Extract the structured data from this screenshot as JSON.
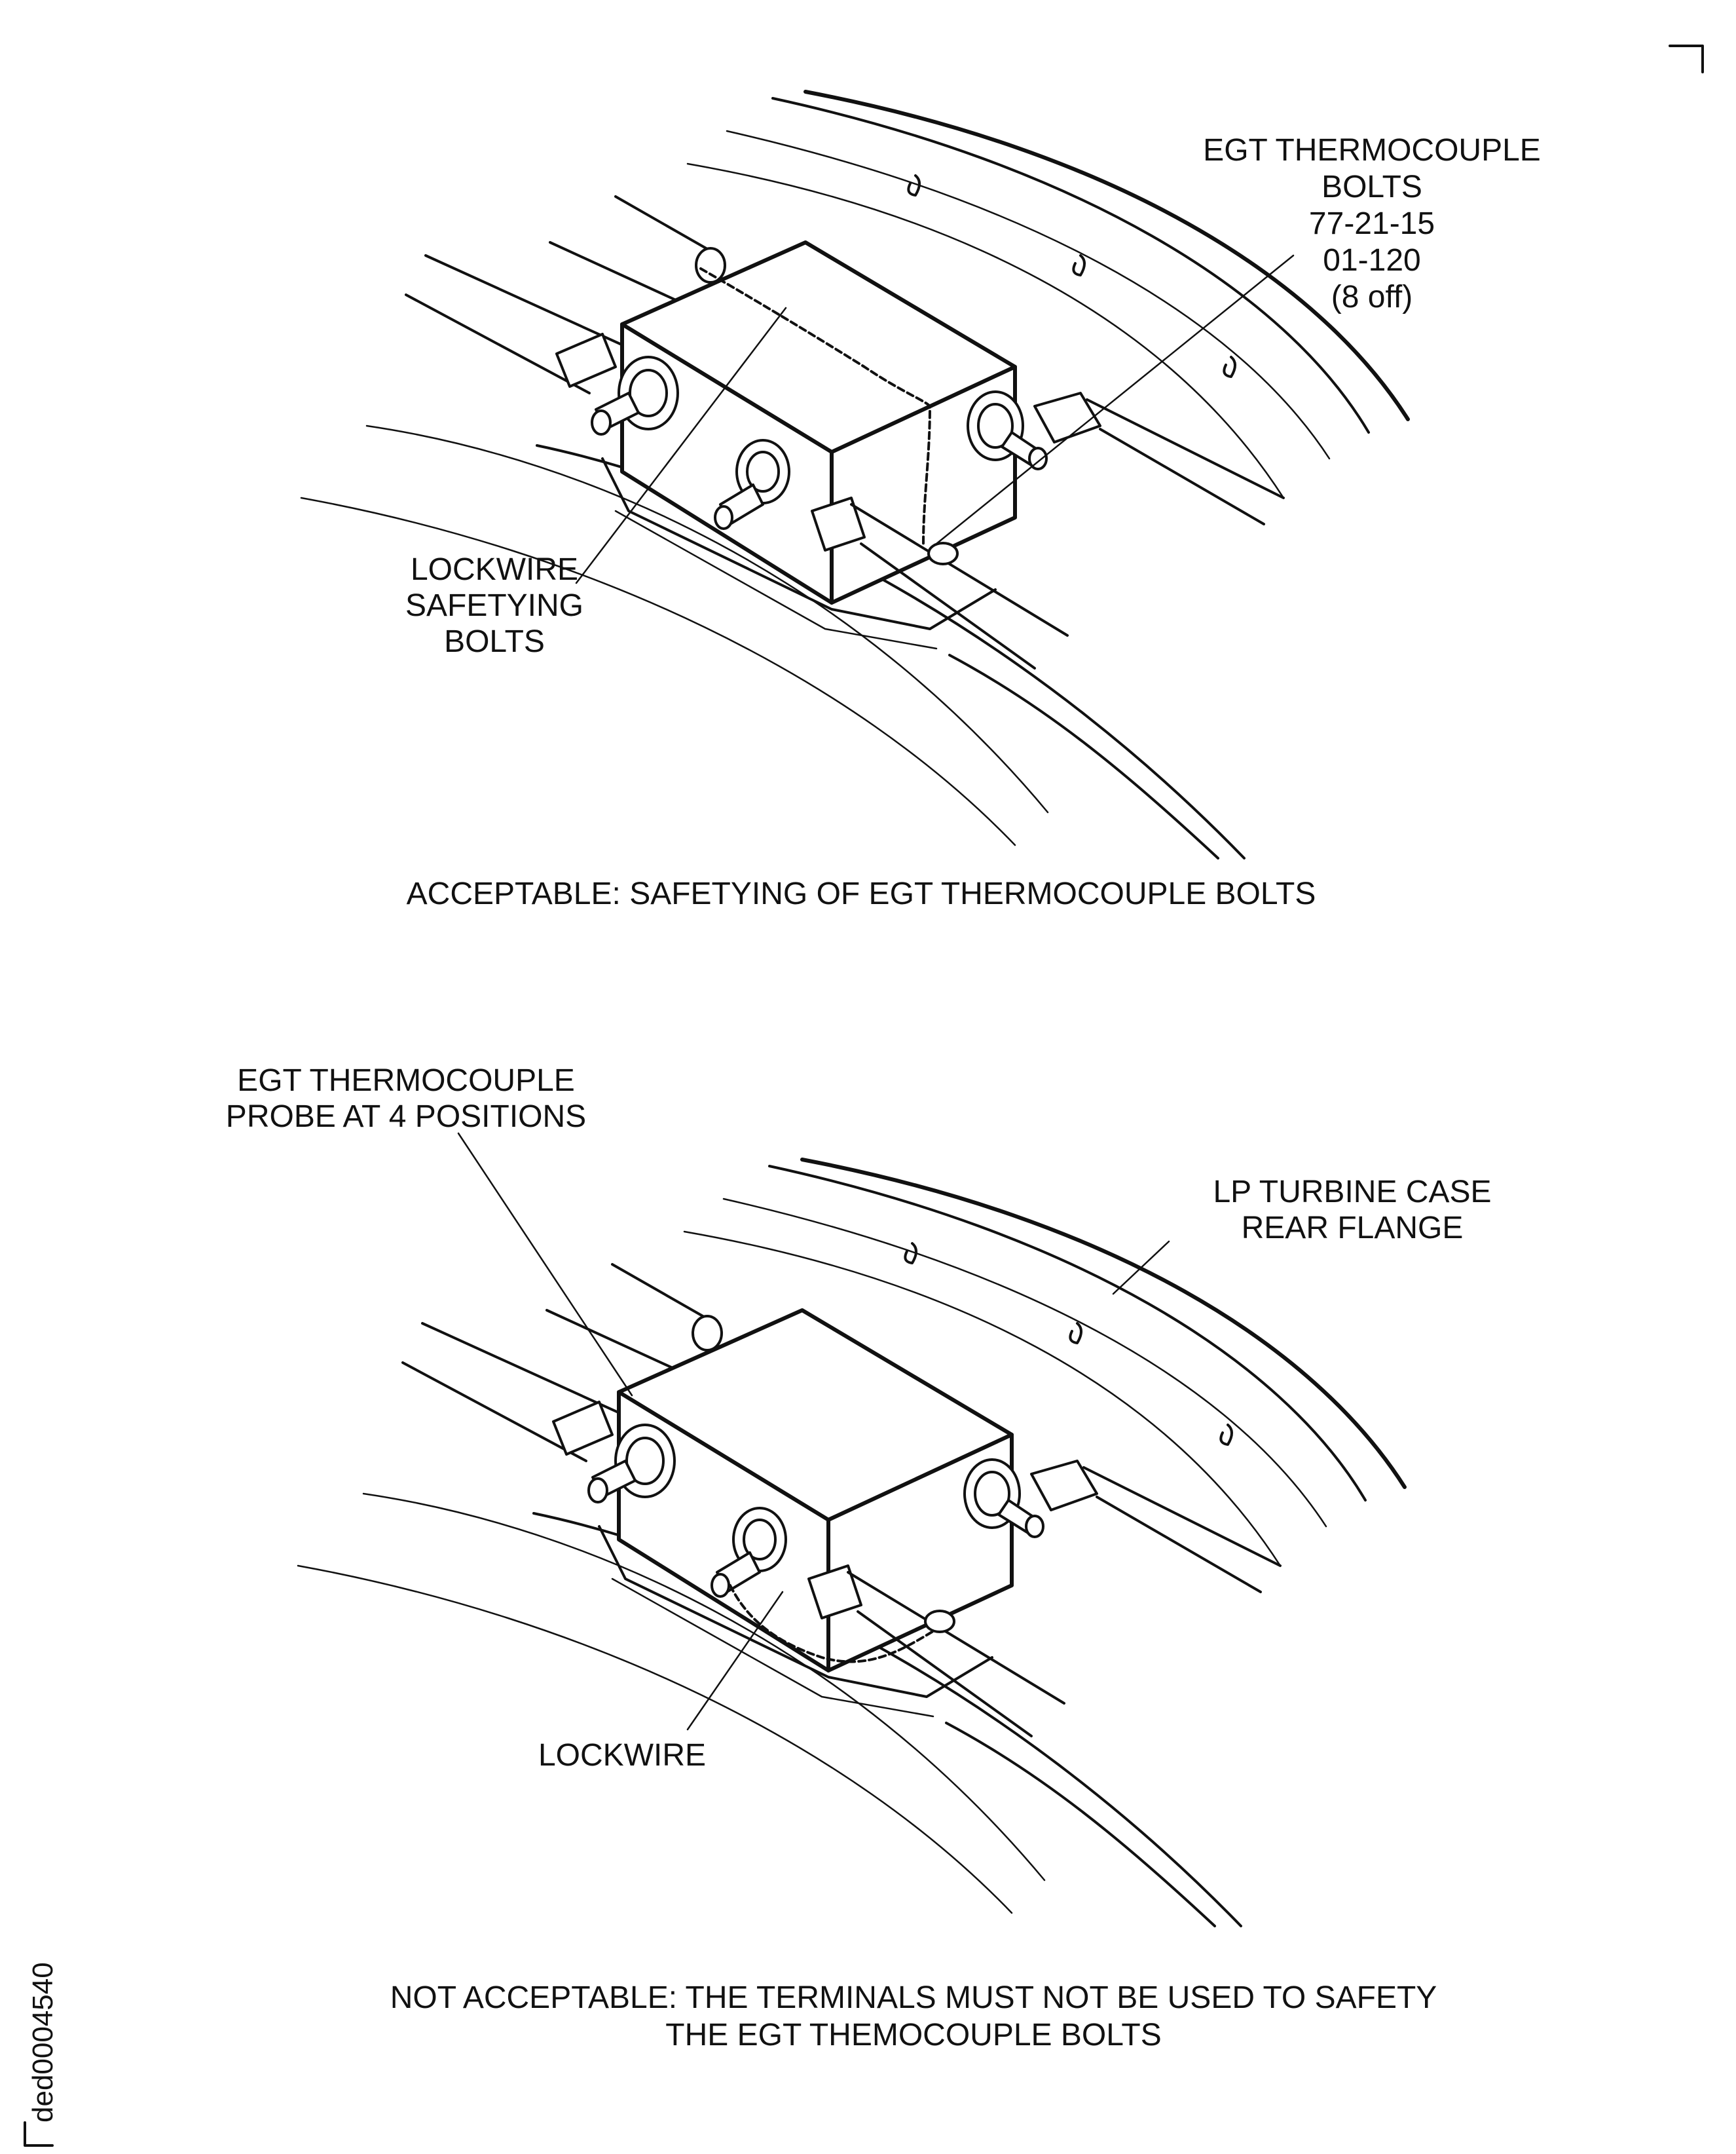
{
  "figure_code": "ded0004540",
  "top_view": {
    "label_egt_bolts": [
      "EGT THERMOCOUPLE",
      "BOLTS",
      "77-21-15",
      "01-120",
      "(8 off)"
    ],
    "label_lockwire_safetying": [
      "LOCKWIRE",
      "SAFETYING",
      "BOLTS"
    ],
    "caption": "ACCEPTABLE: SAFETYING OF EGT THERMOCOUPLE BOLTS"
  },
  "bottom_view": {
    "label_probe": [
      "EGT THERMOCOUPLE",
      "PROBE AT 4 POSITIONS"
    ],
    "label_flange": [
      "LP TURBINE CASE",
      "REAR FLANGE"
    ],
    "label_lockwire": "LOCKWIRE",
    "caption": [
      "NOT ACCEPTABLE: THE TERMINALS MUST NOT BE USED TO SAFETY",
      "THE EGT THEMOCOUPLE BOLTS"
    ]
  }
}
